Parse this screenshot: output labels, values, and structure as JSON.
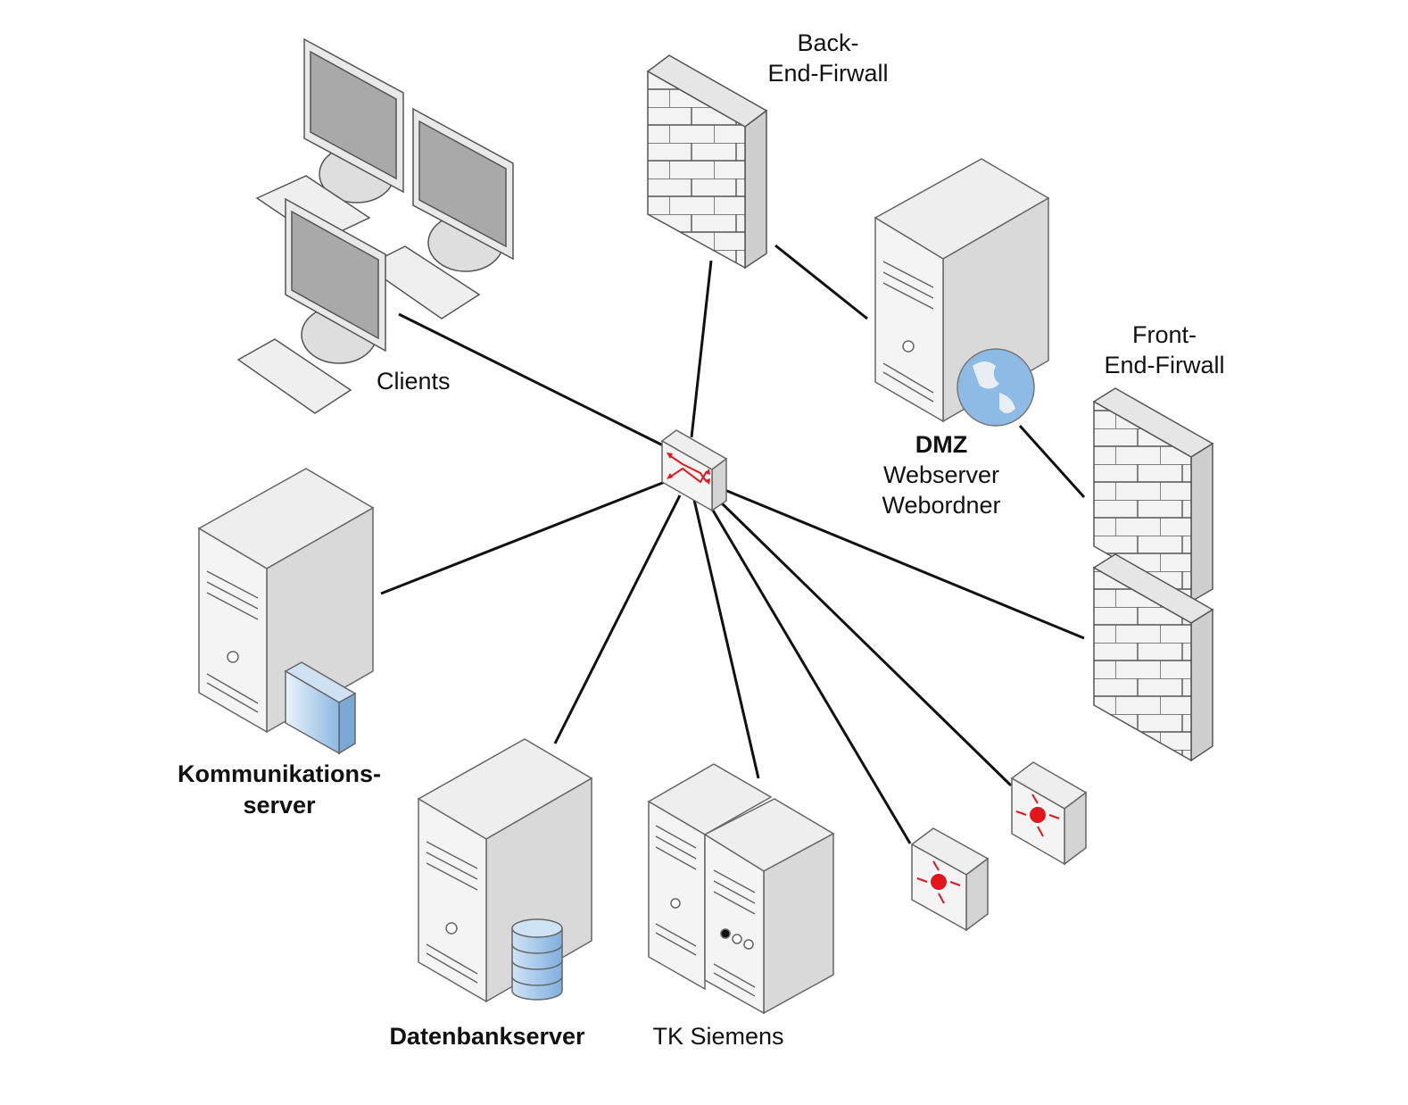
{
  "labels": {
    "clients": "Clients",
    "back_fw_line1": "Back-",
    "back_fw_line2": "End-Firwall",
    "front_fw_line1": "Front-",
    "front_fw_line2": "End-Firwall",
    "dmz_title": "DMZ",
    "dmz_line2": "Webserver",
    "dmz_line3": "Webordner",
    "komm_line1": "Kommunikations-",
    "komm_line2": "server",
    "db": "Datenbankserver",
    "tk": "TK Siemens"
  },
  "colors": {
    "line": "#111111",
    "device_face": "#f4f4f4",
    "device_side": "#d9d9d9",
    "outline": "#666666",
    "screen": "#a9a9a9",
    "accent_red": "#e2161d",
    "accent_blue": "#8dbbe6"
  }
}
